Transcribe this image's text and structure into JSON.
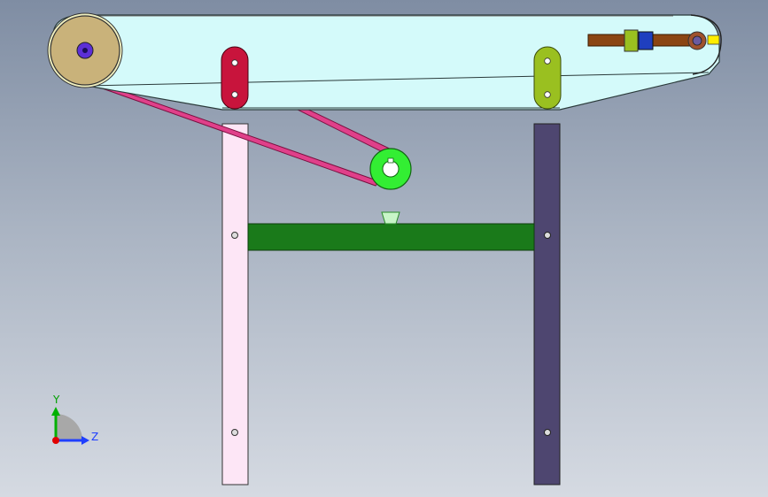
{
  "viewport": {
    "view_name": "Right",
    "background_top": "#7f8da3",
    "background_bottom": "#d5dae2"
  },
  "model": {
    "conveyor_frame_color": "#d4fafa",
    "drive_pulley_color": "#c9b27a",
    "tail_pulley_color": "#d4fafa",
    "belt_color": "#e0408a",
    "motor_pulley_color": "#33ee33",
    "crossbar_color": "#1a7a1a",
    "left_leg_color": "#fde6f6",
    "right_leg_color": "#4e4670",
    "left_bracket_color": "#c8143c",
    "right_bracket_color": "#9ac020",
    "tensioner_rod_color": "#8b4513",
    "nut_colors": [
      "#9ac020",
      "#1f3fbf"
    ]
  },
  "triad": {
    "y_label": "Y",
    "z_label": "Z",
    "y_color": "#00b000",
    "z_color": "#1f3fff",
    "x_color": "#e00000"
  }
}
